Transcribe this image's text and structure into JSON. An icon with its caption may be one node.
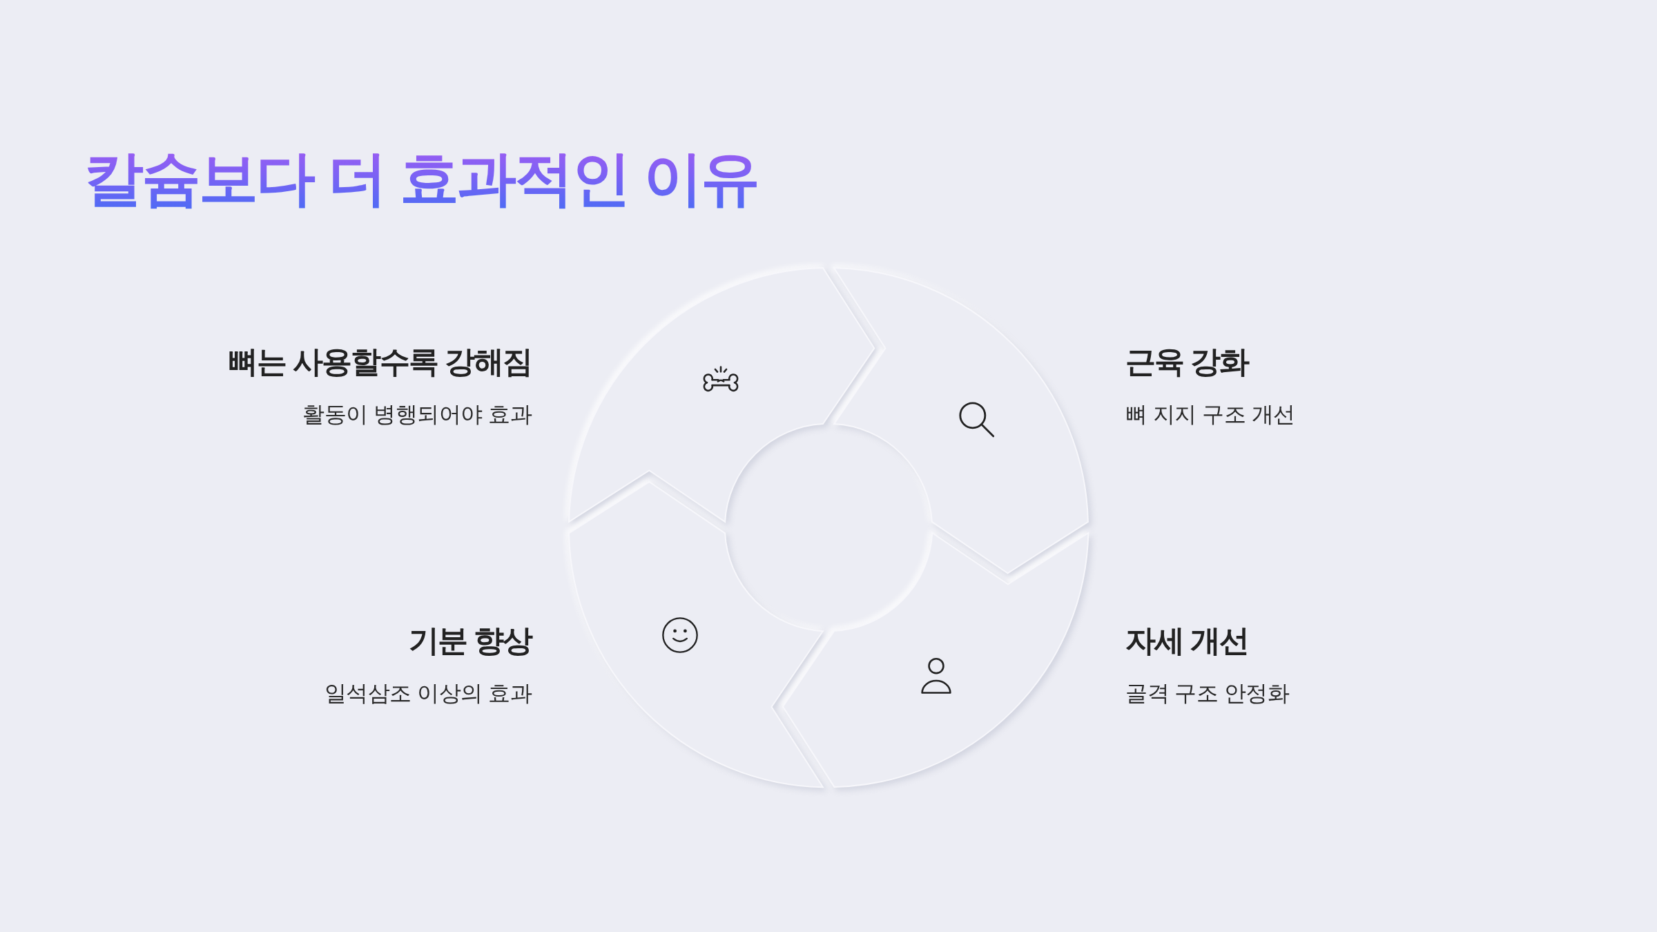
{
  "diagram": {
    "title": "칼슘보다 더 효과적인 이유",
    "nodes": [
      {
        "text": [],
        "shape": "segment",
        "beside": [
          "뼈는 사용할수록 강해짐",
          "활동이 병행되어야 효과"
        ]
      },
      {
        "text": [],
        "shape": "segment",
        "beside": [
          "근육 강화",
          "뼈 지지 구조 개선"
        ]
      },
      {
        "text": [],
        "shape": "segment",
        "beside": [
          "기분 향상",
          "일석삼조 이상의 효과"
        ]
      },
      {
        "text": [],
        "shape": "segment",
        "beside": [
          "자세 개선",
          "골격 구조 안정화"
        ]
      }
    ]
  }
}
